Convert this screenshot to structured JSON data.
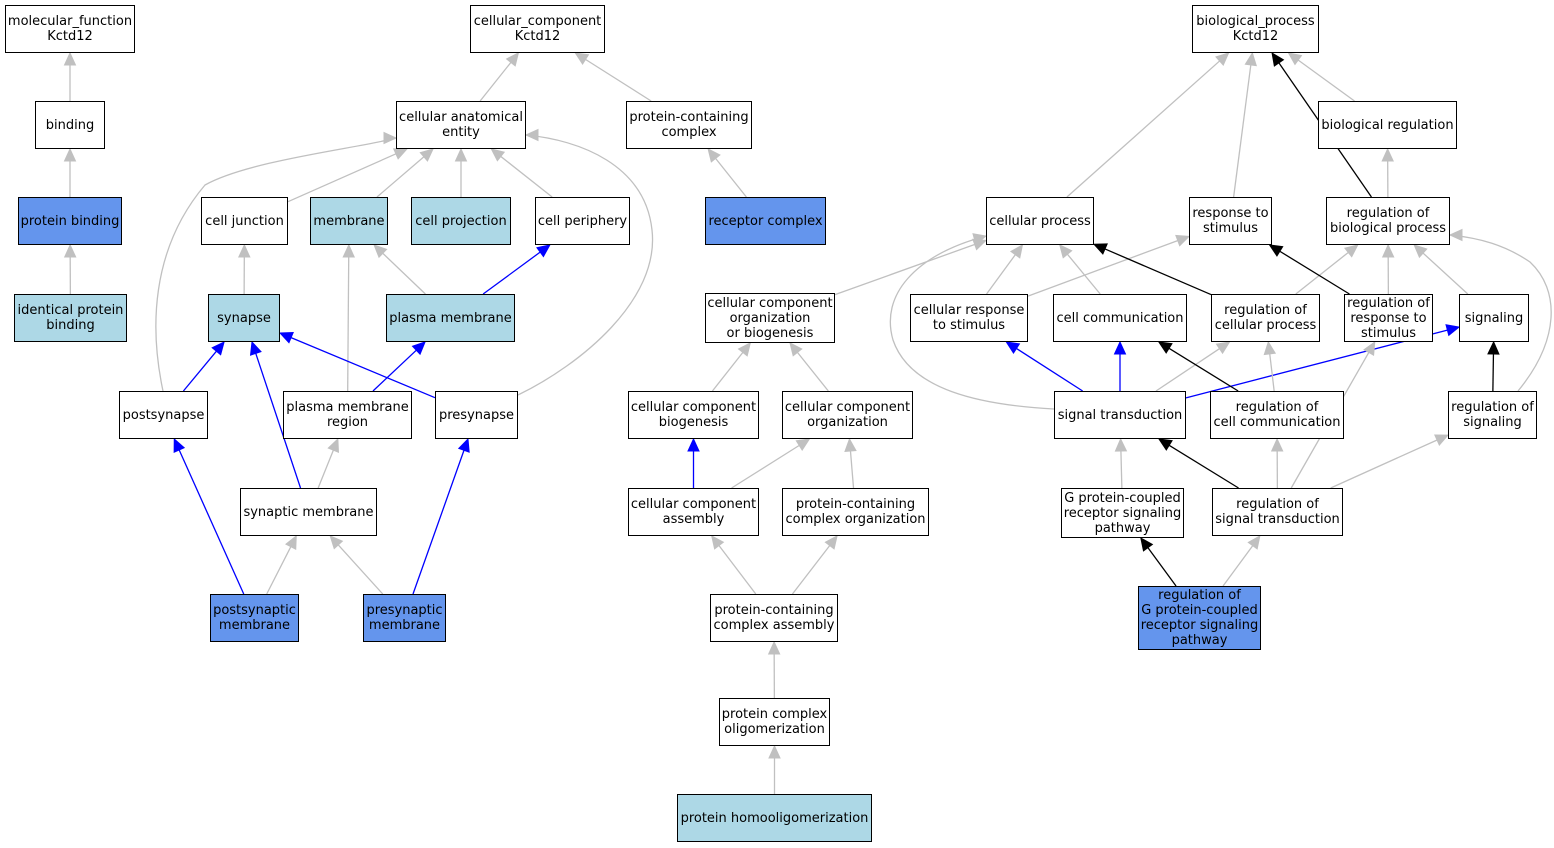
{
  "colors": {
    "default": "#ffffff",
    "light": "#add8e6",
    "strong": "#6495ed",
    "edge_gray": "#c0c0c0",
    "edge_blue": "#0000ff",
    "edge_black": "#000000"
  },
  "nodes": [
    {
      "id": "mf",
      "label": "molecular_function\nKctd12",
      "fill": "default"
    },
    {
      "id": "binding",
      "label": "binding",
      "fill": "default"
    },
    {
      "id": "protein_binding",
      "label": "protein binding",
      "fill": "strong"
    },
    {
      "id": "identical_protein_binding",
      "label": "identical protein\nbinding",
      "fill": "light"
    },
    {
      "id": "cc",
      "label": "cellular_component\nKctd12",
      "fill": "default"
    },
    {
      "id": "cae",
      "label": "cellular anatomical\nentity",
      "fill": "default"
    },
    {
      "id": "pcc",
      "label": "protein-containing\ncomplex",
      "fill": "default"
    },
    {
      "id": "cell_junction",
      "label": "cell junction",
      "fill": "default"
    },
    {
      "id": "membrane",
      "label": "membrane",
      "fill": "light"
    },
    {
      "id": "cell_projection",
      "label": "cell projection",
      "fill": "light"
    },
    {
      "id": "cell_periphery",
      "label": "cell periphery",
      "fill": "default"
    },
    {
      "id": "receptor_complex",
      "label": "receptor complex",
      "fill": "strong"
    },
    {
      "id": "synapse",
      "label": "synapse",
      "fill": "light"
    },
    {
      "id": "plasma_membrane",
      "label": "plasma membrane",
      "fill": "light"
    },
    {
      "id": "postsynapse",
      "label": "postsynapse",
      "fill": "default"
    },
    {
      "id": "pm_region",
      "label": "plasma membrane\nregion",
      "fill": "default"
    },
    {
      "id": "presynapse",
      "label": "presynapse",
      "fill": "default"
    },
    {
      "id": "synaptic_membrane",
      "label": "synaptic membrane",
      "fill": "default"
    },
    {
      "id": "postsynaptic_membrane",
      "label": "postsynaptic\nmembrane",
      "fill": "strong"
    },
    {
      "id": "presynaptic_membrane",
      "label": "presynaptic\nmembrane",
      "fill": "strong"
    },
    {
      "id": "ccob",
      "label": "cellular component\norganization\nor biogenesis",
      "fill": "default"
    },
    {
      "id": "ccb",
      "label": "cellular component\nbiogenesis",
      "fill": "default"
    },
    {
      "id": "cco",
      "label": "cellular component\norganization",
      "fill": "default"
    },
    {
      "id": "cca",
      "label": "cellular component\nassembly",
      "fill": "default"
    },
    {
      "id": "pcco",
      "label": "protein-containing\ncomplex organization",
      "fill": "default"
    },
    {
      "id": "pcca",
      "label": "protein-containing\ncomplex assembly",
      "fill": "default"
    },
    {
      "id": "pco",
      "label": "protein complex\noligomerization",
      "fill": "default"
    },
    {
      "id": "pho",
      "label": "protein homooligomerization",
      "fill": "light"
    },
    {
      "id": "bp",
      "label": "biological_process\nKctd12",
      "fill": "default"
    },
    {
      "id": "bio_reg",
      "label": "biological regulation",
      "fill": "default"
    },
    {
      "id": "cellular_process",
      "label": "cellular process",
      "fill": "default"
    },
    {
      "id": "response_stimulus",
      "label": "response to\nstimulus",
      "fill": "default"
    },
    {
      "id": "reg_bio_process",
      "label": "regulation of\nbiological process",
      "fill": "default"
    },
    {
      "id": "cell_response_stimulus",
      "label": "cellular response\nto stimulus",
      "fill": "default"
    },
    {
      "id": "cell_communication",
      "label": "cell communication",
      "fill": "default"
    },
    {
      "id": "reg_cell_process",
      "label": "regulation of\ncellular process",
      "fill": "default"
    },
    {
      "id": "reg_response_stimulus",
      "label": "regulation of\nresponse to\nstimulus",
      "fill": "default"
    },
    {
      "id": "signaling",
      "label": "signaling",
      "fill": "default"
    },
    {
      "id": "signal_transduction",
      "label": "signal transduction",
      "fill": "default"
    },
    {
      "id": "reg_cell_communication",
      "label": "regulation of\ncell communication",
      "fill": "default"
    },
    {
      "id": "reg_signaling",
      "label": "regulation of\nsignaling",
      "fill": "default"
    },
    {
      "id": "gpcr_pathway",
      "label": "G protein-coupled\nreceptor signaling\npathway",
      "fill": "default"
    },
    {
      "id": "reg_signal_transduction",
      "label": "regulation of\nsignal transduction",
      "fill": "default"
    },
    {
      "id": "reg_gpcr_pathway",
      "label": "regulation of\nG protein-coupled\nreceptor signaling\npathway",
      "fill": "strong"
    }
  ],
  "edges": [
    {
      "from": "binding",
      "to": "mf",
      "color": "gray"
    },
    {
      "from": "protein_binding",
      "to": "binding",
      "color": "gray"
    },
    {
      "from": "identical_protein_binding",
      "to": "protein_binding",
      "color": "gray"
    },
    {
      "from": "cae",
      "to": "cc",
      "color": "gray"
    },
    {
      "from": "pcc",
      "to": "cc",
      "color": "gray"
    },
    {
      "from": "cell_junction",
      "to": "cae",
      "color": "gray"
    },
    {
      "from": "membrane",
      "to": "cae",
      "color": "gray"
    },
    {
      "from": "cell_projection",
      "to": "cae",
      "color": "gray"
    },
    {
      "from": "cell_periphery",
      "to": "cae",
      "color": "gray"
    },
    {
      "from": "postsynapse",
      "to": "cae",
      "color": "gray"
    },
    {
      "from": "presynapse",
      "to": "cae",
      "color": "gray"
    },
    {
      "from": "receptor_complex",
      "to": "pcc",
      "color": "gray"
    },
    {
      "from": "synapse",
      "to": "cell_junction",
      "color": "gray"
    },
    {
      "from": "plasma_membrane",
      "to": "membrane",
      "color": "gray"
    },
    {
      "from": "pm_region",
      "to": "membrane",
      "color": "gray"
    },
    {
      "from": "plasma_membrane",
      "to": "cell_periphery",
      "color": "blue"
    },
    {
      "from": "postsynapse",
      "to": "synapse",
      "color": "blue"
    },
    {
      "from": "presynapse",
      "to": "synapse",
      "color": "blue"
    },
    {
      "from": "synaptic_membrane",
      "to": "synapse",
      "color": "blue"
    },
    {
      "from": "pm_region",
      "to": "plasma_membrane",
      "color": "blue"
    },
    {
      "from": "synaptic_membrane",
      "to": "pm_region",
      "color": "gray"
    },
    {
      "from": "postsynaptic_membrane",
      "to": "postsynapse",
      "color": "blue"
    },
    {
      "from": "postsynaptic_membrane",
      "to": "synaptic_membrane",
      "color": "gray"
    },
    {
      "from": "presynaptic_membrane",
      "to": "synaptic_membrane",
      "color": "gray"
    },
    {
      "from": "presynaptic_membrane",
      "to": "presynapse",
      "color": "blue"
    },
    {
      "from": "ccob",
      "to": "cellular_process",
      "color": "gray"
    },
    {
      "from": "ccb",
      "to": "ccob",
      "color": "gray"
    },
    {
      "from": "cco",
      "to": "ccob",
      "color": "gray"
    },
    {
      "from": "cca",
      "to": "ccb",
      "color": "blue"
    },
    {
      "from": "cca",
      "to": "cco",
      "color": "gray"
    },
    {
      "from": "pcco",
      "to": "cco",
      "color": "gray"
    },
    {
      "from": "pcca",
      "to": "cca",
      "color": "gray"
    },
    {
      "from": "pcca",
      "to": "pcco",
      "color": "gray"
    },
    {
      "from": "pco",
      "to": "pcca",
      "color": "gray"
    },
    {
      "from": "pho",
      "to": "pco",
      "color": "gray"
    },
    {
      "from": "cellular_process",
      "to": "bp",
      "color": "gray"
    },
    {
      "from": "response_stimulus",
      "to": "bp",
      "color": "gray"
    },
    {
      "from": "reg_bio_process",
      "to": "bp",
      "color": "black"
    },
    {
      "from": "bio_reg",
      "to": "bp",
      "color": "gray"
    },
    {
      "from": "reg_bio_process",
      "to": "bio_reg",
      "color": "gray"
    },
    {
      "from": "cell_response_stimulus",
      "to": "cellular_process",
      "color": "gray"
    },
    {
      "from": "cell_response_stimulus",
      "to": "response_stimulus",
      "color": "gray"
    },
    {
      "from": "cell_communication",
      "to": "cellular_process",
      "color": "gray"
    },
    {
      "from": "reg_cell_process",
      "to": "cellular_process",
      "color": "black"
    },
    {
      "from": "reg_cell_process",
      "to": "reg_bio_process",
      "color": "gray"
    },
    {
      "from": "reg_response_stimulus",
      "to": "response_stimulus",
      "color": "black"
    },
    {
      "from": "reg_response_stimulus",
      "to": "reg_bio_process",
      "color": "gray"
    },
    {
      "from": "signaling",
      "to": "reg_bio_process",
      "color": "gray"
    },
    {
      "from": "reg_signaling",
      "to": "reg_bio_process",
      "color": "gray"
    },
    {
      "from": "signal_transduction",
      "to": "cellular_process",
      "color": "gray"
    },
    {
      "from": "signal_transduction",
      "to": "cell_response_stimulus",
      "color": "blue"
    },
    {
      "from": "signal_transduction",
      "to": "cell_communication",
      "color": "blue"
    },
    {
      "from": "signal_transduction",
      "to": "signaling",
      "color": "blue"
    },
    {
      "from": "signal_transduction",
      "to": "reg_cell_process",
      "color": "gray"
    },
    {
      "from": "reg_cell_communication",
      "to": "cell_communication",
      "color": "black"
    },
    {
      "from": "reg_cell_communication",
      "to": "reg_cell_process",
      "color": "gray"
    },
    {
      "from": "reg_signaling",
      "to": "signaling",
      "color": "black"
    },
    {
      "from": "gpcr_pathway",
      "to": "signal_transduction",
      "color": "gray"
    },
    {
      "from": "reg_signal_transduction",
      "to": "signal_transduction",
      "color": "black"
    },
    {
      "from": "reg_signal_transduction",
      "to": "reg_cell_communication",
      "color": "gray"
    },
    {
      "from": "reg_signal_transduction",
      "to": "reg_signaling",
      "color": "gray"
    },
    {
      "from": "reg_signal_transduction",
      "to": "reg_response_stimulus",
      "color": "gray"
    },
    {
      "from": "reg_gpcr_pathway",
      "to": "gpcr_pathway",
      "color": "black"
    },
    {
      "from": "reg_gpcr_pathway",
      "to": "reg_signal_transduction",
      "color": "gray"
    }
  ]
}
